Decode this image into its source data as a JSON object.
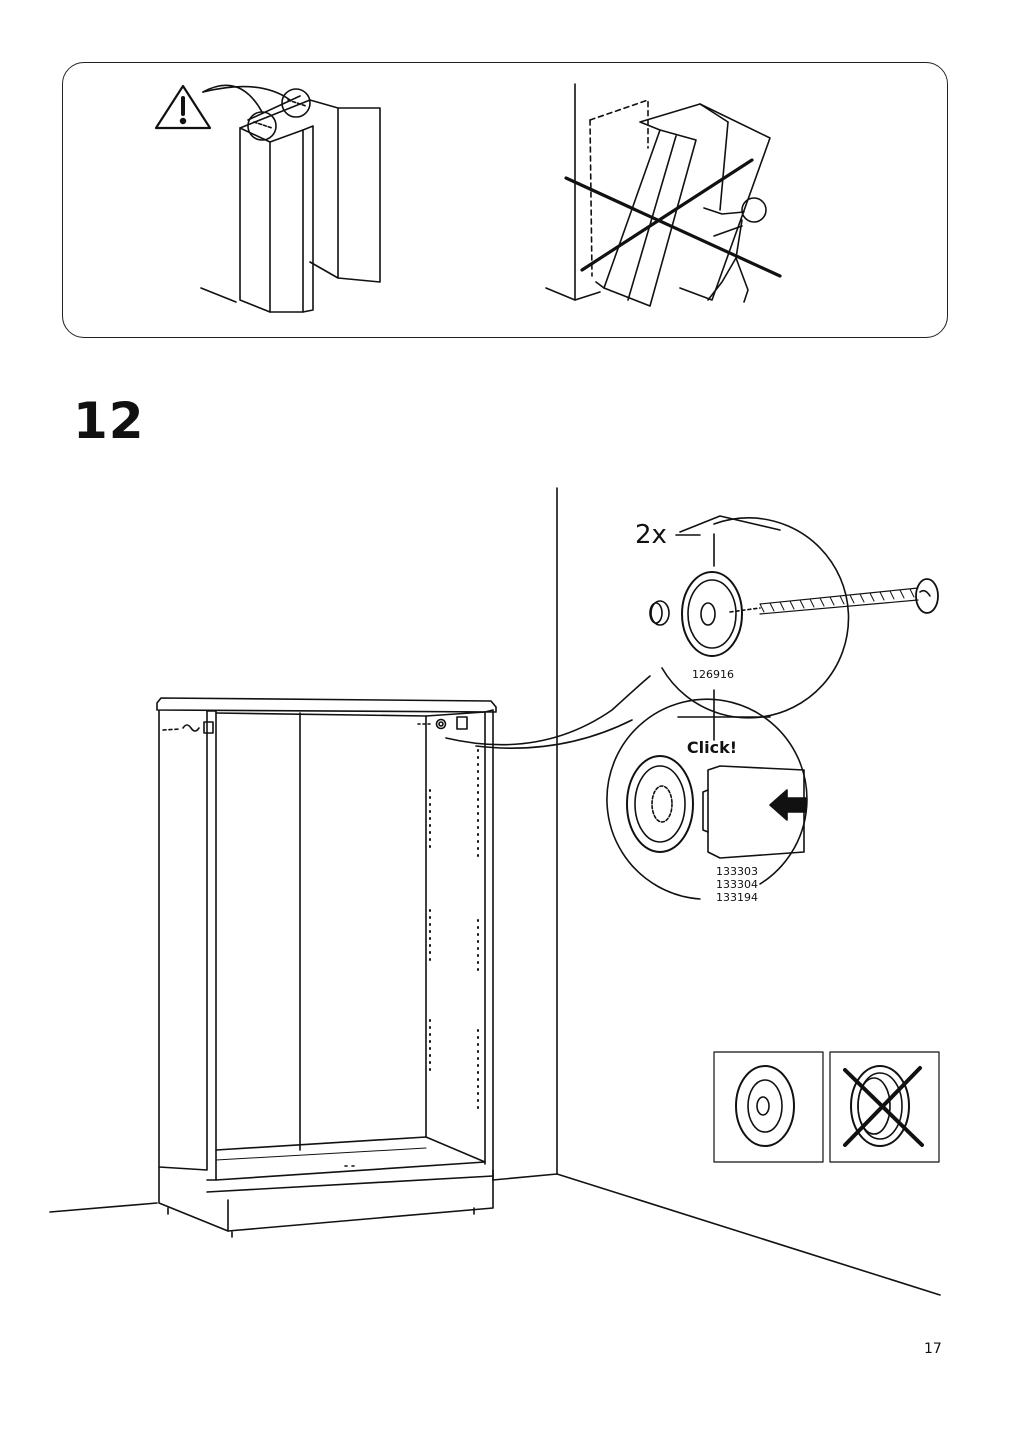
{
  "page": {
    "step_number": "12",
    "page_number": "17"
  },
  "detail_callouts": {
    "quantity": "2x",
    "screw_part_number": "126916",
    "click_label": "Click!",
    "cap_part_numbers": [
      "133303",
      "133304",
      "133194"
    ]
  },
  "icons": {
    "warning": "warning-triangle-icon",
    "push_arrow": "arrow-left-icon",
    "cross": "prohibited-x-icon"
  }
}
